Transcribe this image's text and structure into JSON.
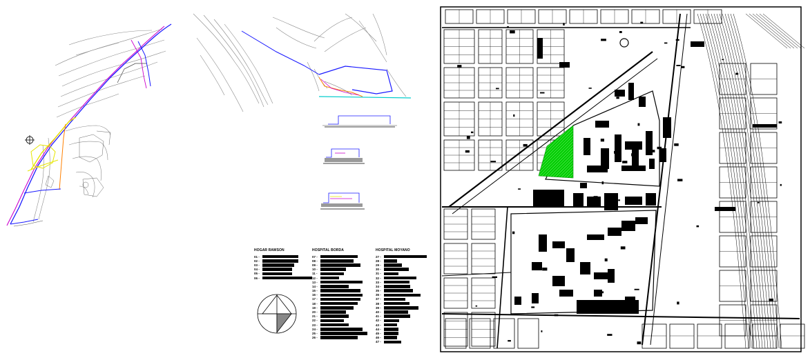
{
  "sheet": {
    "legend_columns": [
      {
        "title": "HOGAR RAWSON",
        "items": [
          "01 -",
          "02 -",
          "03 -",
          "04 -",
          "05 -",
          "06 -"
        ],
        "bar_fracs": [
          0.72,
          0.72,
          0.64,
          0.6,
          0.6,
          1.0
        ]
      },
      {
        "title": "HOSPITAL BORDA",
        "items": [
          "07 -",
          "08 -",
          "09 -",
          "10 -",
          "11 -",
          "12 -",
          "13 -",
          "14 -",
          "15 -",
          "16 -",
          "17 -",
          "18 -",
          "19 -",
          "20 -",
          "21 -",
          "22 -",
          "23 -",
          "24 -",
          "25 -",
          "26 -"
        ],
        "bar_fracs": [
          0.8,
          0.7,
          0.85,
          0.55,
          0.5,
          0.4,
          0.9,
          0.6,
          0.85,
          0.9,
          0.85,
          0.8,
          0.7,
          0.55,
          0.6,
          0.5,
          0.6,
          0.9,
          1.0,
          0.8
        ]
      },
      {
        "title": "HOSPITAL MOYANO",
        "items": [
          "27 -",
          "28 -",
          "29 -",
          "30 -",
          "31 -",
          "32 -",
          "33 -",
          "34 -",
          "35 -",
          "36 -",
          "37 -",
          "38 -",
          "39 -",
          "40 -",
          "41 -",
          "42 -",
          "43 -",
          "44 -",
          "45 -",
          "46 -",
          "47 -"
        ],
        "bar_fracs": [
          1.0,
          0.3,
          0.42,
          0.58,
          0.34,
          0.75,
          0.6,
          0.62,
          0.68,
          0.85,
          0.5,
          0.6,
          0.8,
          0.56,
          0.62,
          0.35,
          0.3,
          0.34,
          0.34,
          0.3,
          0.4
        ]
      }
    ],
    "colors": {
      "park_green": "#00cc00",
      "path_blue": "#1a1aff",
      "magenta": "#cc00cc",
      "yellow": "#e6e600",
      "orange": "#ff8000",
      "cyan": "#00cccc",
      "contour_gray": "#8a8a8a"
    },
    "icons": [
      "north-arrow-icon",
      "compass-rose-icon"
    ]
  }
}
